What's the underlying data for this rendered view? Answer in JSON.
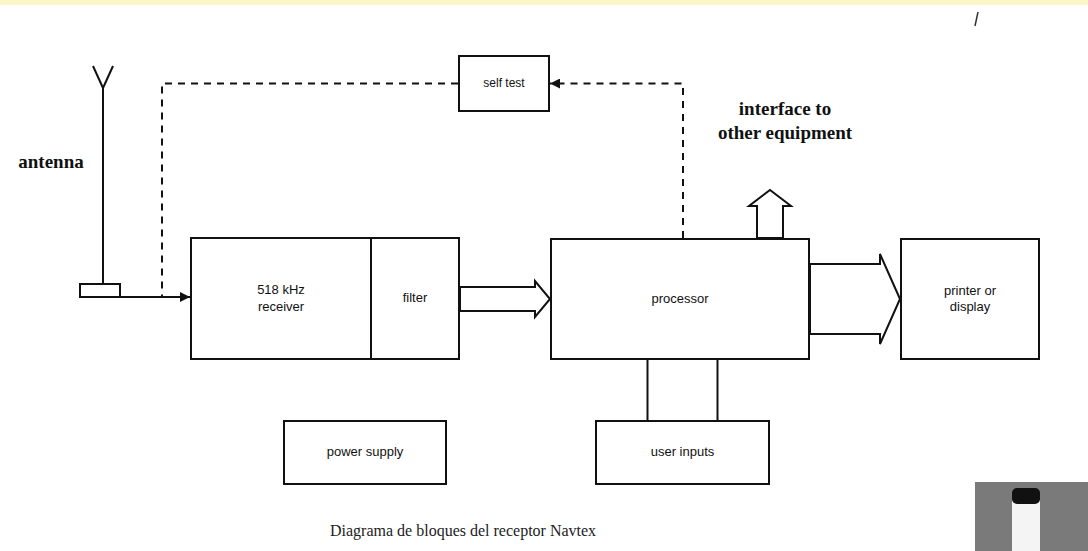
{
  "diagram": {
    "caption": "Diagrama de bloques del receptor Navtex",
    "nodes": [
      {
        "text": [
          "self test"
        ]
      },
      {
        "text": [
          "518 kHz receiver"
        ]
      },
      {
        "text": [
          "filter"
        ]
      },
      {
        "text": [
          "processor"
        ]
      },
      {
        "text": [
          "printer or display"
        ]
      },
      {
        "text": [
          "power supply"
        ]
      },
      {
        "text": [
          "user inputs"
        ]
      }
    ],
    "edges": [
      {
        "from": 2,
        "to": 3,
        "arrow": "to"
      },
      {
        "from": 3,
        "to": 4,
        "arrow": "to"
      },
      {
        "from": 3,
        "to": 6,
        "arrow": "none"
      },
      {
        "from": 3,
        "to": 0,
        "arrow": "to"
      },
      {
        "from": 0,
        "to": 1,
        "arrow": "to"
      }
    ],
    "labels": [
      "antenna",
      "interface to other equipment"
    ]
  }
}
